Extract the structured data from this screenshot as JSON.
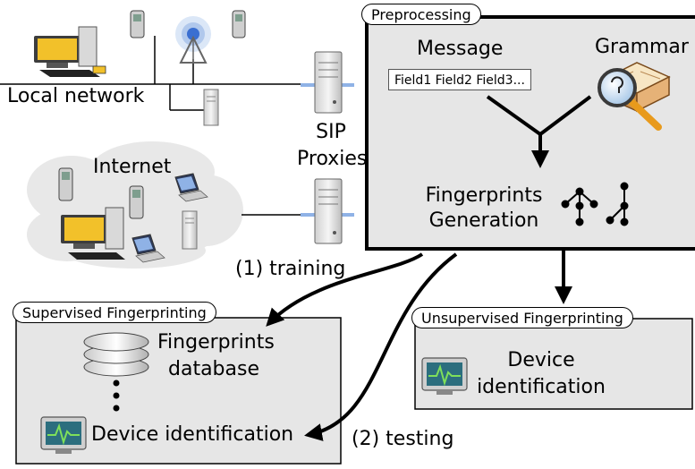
{
  "network": {
    "local_label": "Local network",
    "internet_label": "Internet",
    "sip_label_1": "SIP",
    "sip_label_2": "Proxies"
  },
  "preprocessing": {
    "tab": "Preprocessing",
    "message_label": "Message",
    "message_fields": "Field1 Field2 Field3...",
    "grammar_label": "Grammar",
    "fingerprints_line1": "Fingerprints",
    "fingerprints_line2": "Generation"
  },
  "supervised": {
    "tab": "Supervised Fingerprinting",
    "db_line1": "Fingerprints",
    "db_line2": "database",
    "device_identification": "Device identification"
  },
  "unsupervised": {
    "tab": "Unsupervised Fingerprinting",
    "device_line1": "Device",
    "device_line2": "identification"
  },
  "edges": {
    "training": "(1) training",
    "testing": "(2) testing"
  },
  "colors": {
    "panel_fill": "#e6e6e6",
    "cloud_fill": "#e8e8e8",
    "monitor_screen": "#2c6e7e",
    "heartbeat": "#7fe05a"
  }
}
